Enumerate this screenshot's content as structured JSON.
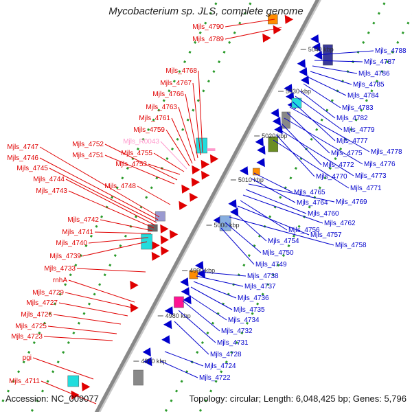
{
  "title": "Mycobacterium sp. JLS, complete genome",
  "footer": {
    "accession": "Accession: NC_009077",
    "summary": "Topology: circular; Length: 6,048,425 bp; Genes: 5,796"
  },
  "colors": {
    "forward": "#e00000",
    "reverse": "#0000cc",
    "rna": "#ff99cc",
    "backbone": "#888888",
    "dots": "#2a9a2a"
  },
  "scale_ticks": [
    "5040 kbp",
    "5030 kbp",
    "5020 kbp",
    "5010 kbp",
    "5000 kbp",
    "4990 kbp",
    "4980 kbp",
    "4970 kbp"
  ],
  "left_labels": [
    "Mjls_4790",
    "Mjls_4789",
    "Mjls_4768",
    "Mjls_4767",
    "Mjls_4766",
    "Mjls_4763",
    "Mjls_4761",
    "Mjls_4759",
    "Mjls_R0043",
    "Mjls_4755",
    "Mjls_4753",
    "Mjls_4752",
    "Mjls_4751",
    "Mjls_4747",
    "Mjls_4746",
    "Mjls_4745",
    "Mjls_4744",
    "Mjls_4748",
    "Mjls_4743",
    "Mjls_4742",
    "Mjls_4741",
    "Mjls_4740",
    "Mjls_4739",
    "Mjls_4733",
    "rnhA",
    "Mjls_4729",
    "Mjls_4727",
    "Mjls_4726",
    "Mjls_4725",
    "Mjls_4723",
    "pgi",
    "Mjls_4711"
  ],
  "right_labels": [
    "Mjls_4788",
    "Mjls_4787",
    "Mjls_4786",
    "Mjls_4785",
    "Mjls_4784",
    "Mjls_4783",
    "Mjls_4782",
    "Mjls_4779",
    "Mjls_4777",
    "Mjls_4778",
    "Mjls_4775",
    "Mjls_4776",
    "Mjls_4772",
    "Mjls_4773",
    "Mjls_4770",
    "Mjls_4771",
    "Mjls_4765",
    "Mjls_4764",
    "Mjls_4769",
    "Mjls_4760",
    "Mjls_4762",
    "Mjls_4756",
    "Mjls_4757",
    "Mjls_4754",
    "Mjls_4758",
    "Mjls_4750",
    "Mjls_4749",
    "Mjls_4738",
    "Mjls_4737",
    "Mjls_4736",
    "Mjls_4735",
    "Mjls_4734",
    "Mjls_4732",
    "Mjls_4731",
    "Mjls_4728",
    "Mjls_4724",
    "Mjls_4722"
  ]
}
